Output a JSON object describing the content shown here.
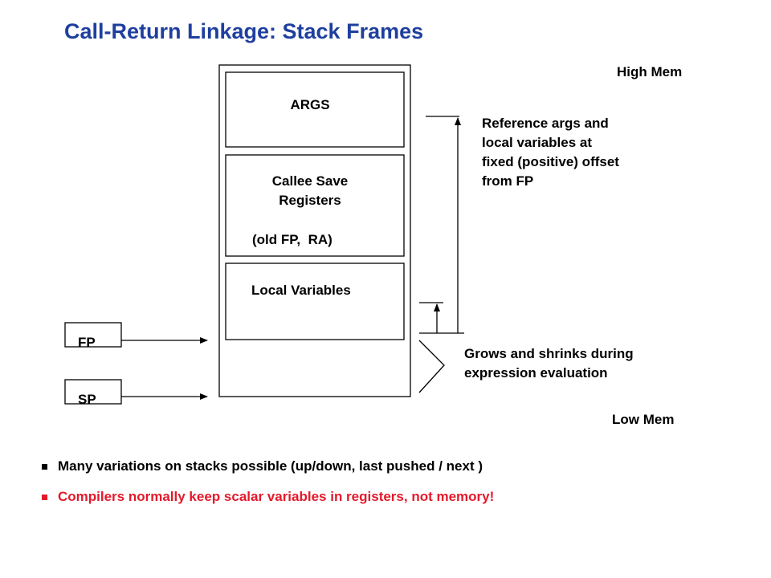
{
  "title": "Call-Return Linkage: Stack Frames",
  "labels": {
    "high_mem": "High Mem",
    "low_mem": "Low Mem",
    "fp": "FP",
    "sp": "SP"
  },
  "frame_sections": {
    "args": "ARGS",
    "callee_save_line1": "Callee Save",
    "callee_save_line2": "Registers",
    "callee_save_line3": "(old FP,  RA)",
    "local_variables": "Local Variables"
  },
  "annotations": {
    "reference_line1": "Reference args and",
    "reference_line2": "local variables at",
    "reference_line3": "fixed (positive) offset",
    "reference_line4": "from FP",
    "grows_line1": "Grows and shrinks during",
    "grows_line2": "expression evaluation"
  },
  "bullets": [
    {
      "text": "Many variations on stacks possible (up/down, last pushed / next )",
      "color": "#000000"
    },
    {
      "text": "Compilers normally keep scalar variables in registers, not memory!",
      "color": "#e5192b"
    }
  ],
  "colors": {
    "title": "#1f3f9f",
    "highlight": "#e5192b"
  }
}
